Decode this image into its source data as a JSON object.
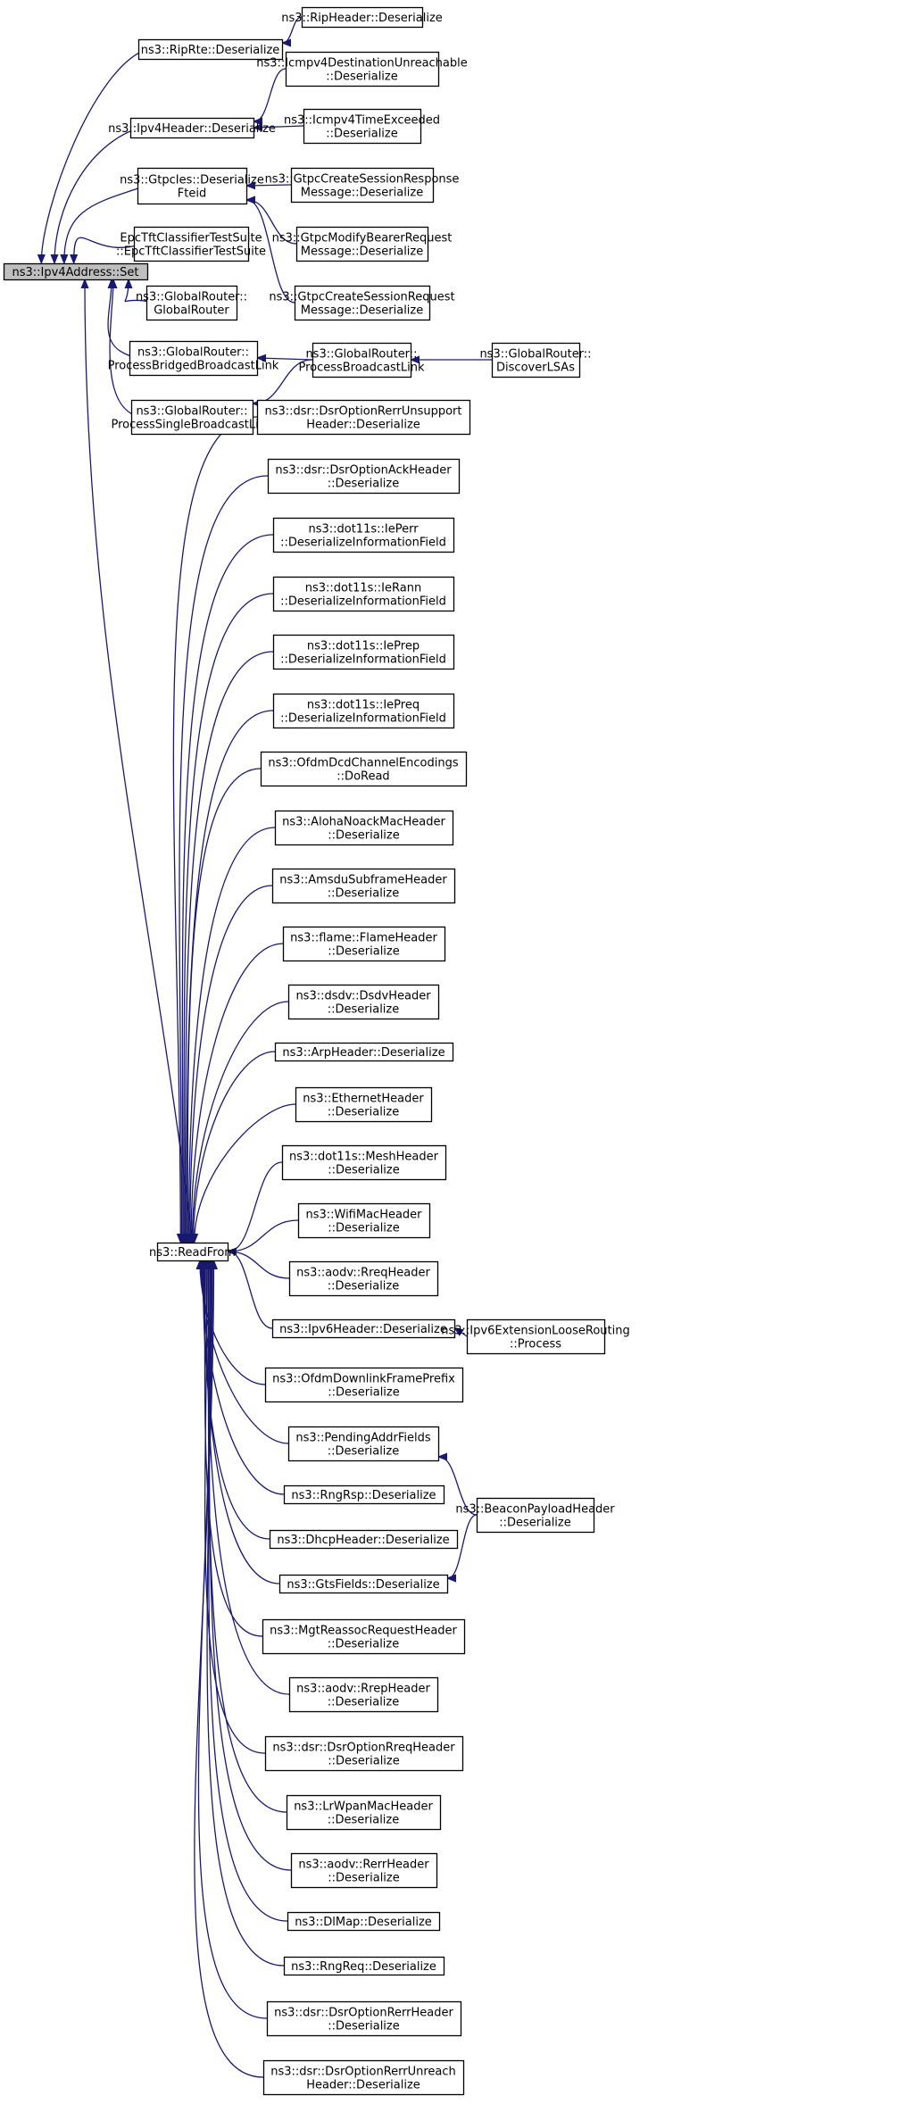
{
  "graph": {
    "nodes": [
      {
        "id": "root",
        "lines": [
          "ns3::Ipv4Address::Set"
        ],
        "root": true
      },
      {
        "id": "riprte",
        "lines": [
          "ns3::RipRte::Deserialize"
        ]
      },
      {
        "id": "ripheader",
        "lines": [
          "ns3::RipHeader::Deserialize"
        ]
      },
      {
        "id": "ipv4header",
        "lines": [
          "ns3::Ipv4Header::Deserialize"
        ]
      },
      {
        "id": "icmpdest",
        "lines": [
          "ns3::Icmpv4DestinationUnreachable",
          "::Deserialize"
        ]
      },
      {
        "id": "icmptime",
        "lines": [
          "ns3::Icmpv4TimeExceeded",
          "::Deserialize"
        ]
      },
      {
        "id": "gtpcies",
        "lines": [
          "ns3::GtpcIes::Deserialize",
          "Fteid"
        ]
      },
      {
        "id": "gtpccreateresp",
        "lines": [
          "ns3::GtpcCreateSessionResponse",
          "Message::Deserialize"
        ]
      },
      {
        "id": "gtpcmodify",
        "lines": [
          "ns3::GtpcModifyBearerRequest",
          "Message::Deserialize"
        ]
      },
      {
        "id": "gtpccreatereq",
        "lines": [
          "ns3::GtpcCreateSessionRequest",
          "Message::Deserialize"
        ]
      },
      {
        "id": "epctft",
        "lines": [
          "EpcTftClassifierTestSuite",
          "::EpcTftClassifierTestSuite"
        ]
      },
      {
        "id": "globalrouter",
        "lines": [
          "ns3::GlobalRouter::",
          "GlobalRouter"
        ]
      },
      {
        "id": "bridged",
        "lines": [
          "ns3::GlobalRouter::",
          "ProcessBridgedBroadcastLink"
        ]
      },
      {
        "id": "broadcast",
        "lines": [
          "ns3::GlobalRouter::",
          "ProcessBroadcastLink"
        ]
      },
      {
        "id": "discover",
        "lines": [
          "ns3::GlobalRouter::",
          "DiscoverLSAs"
        ]
      },
      {
        "id": "single",
        "lines": [
          "ns3::GlobalRouter::",
          "ProcessSingleBroadcastLink"
        ]
      },
      {
        "id": "readfrom",
        "lines": [
          "ns3::ReadFrom"
        ]
      },
      {
        "id": "d01",
        "lines": [
          "ns3::dsr::DsrOptionRerrUnsupport",
          "Header::Deserialize"
        ]
      },
      {
        "id": "d02",
        "lines": [
          "ns3::dsr::DsrOptionAckHeader",
          "::Deserialize"
        ]
      },
      {
        "id": "d03",
        "lines": [
          "ns3::dot11s::IePerr",
          "::DeserializeInformationField"
        ]
      },
      {
        "id": "d04",
        "lines": [
          "ns3::dot11s::IeRann",
          "::DeserializeInformationField"
        ]
      },
      {
        "id": "d05",
        "lines": [
          "ns3::dot11s::IePrep",
          "::DeserializeInformationField"
        ]
      },
      {
        "id": "d06",
        "lines": [
          "ns3::dot11s::IePreq",
          "::DeserializeInformationField"
        ]
      },
      {
        "id": "d07",
        "lines": [
          "ns3::OfdmDcdChannelEncodings",
          "::DoRead"
        ]
      },
      {
        "id": "d08",
        "lines": [
          "ns3::AlohaNoackMacHeader",
          "::Deserialize"
        ]
      },
      {
        "id": "d09",
        "lines": [
          "ns3::AmsduSubframeHeader",
          "::Deserialize"
        ]
      },
      {
        "id": "d10",
        "lines": [
          "ns3::flame::FlameHeader",
          "::Deserialize"
        ]
      },
      {
        "id": "d11",
        "lines": [
          "ns3::dsdv::DsdvHeader",
          "::Deserialize"
        ]
      },
      {
        "id": "d12",
        "lines": [
          "ns3::ArpHeader::Deserialize"
        ]
      },
      {
        "id": "d13",
        "lines": [
          "ns3::EthernetHeader",
          "::Deserialize"
        ]
      },
      {
        "id": "d14",
        "lines": [
          "ns3::dot11s::MeshHeader",
          "::Deserialize"
        ]
      },
      {
        "id": "d15",
        "lines": [
          "ns3::WifiMacHeader",
          "::Deserialize"
        ]
      },
      {
        "id": "d16",
        "lines": [
          "ns3::aodv::RreqHeader",
          "::Deserialize"
        ]
      },
      {
        "id": "d17",
        "lines": [
          "ns3::Ipv6Header::Deserialize"
        ]
      },
      {
        "id": "ipv6ext",
        "lines": [
          "ns3::Ipv6ExtensionLooseRouting",
          "::Process"
        ]
      },
      {
        "id": "d18",
        "lines": [
          "ns3::OfdmDownlinkFramePrefix",
          "::Deserialize"
        ]
      },
      {
        "id": "d19",
        "lines": [
          "ns3::PendingAddrFields",
          "::Deserialize"
        ]
      },
      {
        "id": "beacon",
        "lines": [
          "ns3::BeaconPayloadHeader",
          "::Deserialize"
        ]
      },
      {
        "id": "d20",
        "lines": [
          "ns3::RngRsp::Deserialize"
        ]
      },
      {
        "id": "d21",
        "lines": [
          "ns3::DhcpHeader::Deserialize"
        ]
      },
      {
        "id": "d22",
        "lines": [
          "ns3::GtsFields::Deserialize"
        ]
      },
      {
        "id": "d23",
        "lines": [
          "ns3::MgtReassocRequestHeader",
          "::Deserialize"
        ]
      },
      {
        "id": "d24",
        "lines": [
          "ns3::aodv::RrepHeader",
          "::Deserialize"
        ]
      },
      {
        "id": "d25",
        "lines": [
          "ns3::dsr::DsrOptionRreqHeader",
          "::Deserialize"
        ]
      },
      {
        "id": "d26",
        "lines": [
          "ns3::LrWpanMacHeader",
          "::Deserialize"
        ]
      },
      {
        "id": "d27",
        "lines": [
          "ns3::aodv::RerrHeader",
          "::Deserialize"
        ]
      },
      {
        "id": "d28",
        "lines": [
          "ns3::DlMap::Deserialize"
        ]
      },
      {
        "id": "d29",
        "lines": [
          "ns3::RngReq::Deserialize"
        ]
      },
      {
        "id": "d30",
        "lines": [
          "ns3::dsr::DsrOptionRerrHeader",
          "::Deserialize"
        ]
      },
      {
        "id": "d31",
        "lines": [
          "ns3::dsr::DsrOptionRerrUnreach",
          "Header::Deserialize"
        ]
      }
    ],
    "edges": [
      [
        "riprte",
        "root"
      ],
      [
        "ipv4header",
        "root"
      ],
      [
        "gtpcies",
        "root"
      ],
      [
        "epctft",
        "root"
      ],
      [
        "globalrouter",
        "root"
      ],
      [
        "bridged",
        "root"
      ],
      [
        "single",
        "root"
      ],
      [
        "readfrom",
        "root"
      ],
      [
        "ripheader",
        "riprte"
      ],
      [
        "icmpdest",
        "ipv4header"
      ],
      [
        "icmptime",
        "ipv4header"
      ],
      [
        "gtpccreateresp",
        "gtpcies"
      ],
      [
        "gtpcmodify",
        "gtpcies"
      ],
      [
        "gtpccreatereq",
        "gtpcies"
      ],
      [
        "broadcast",
        "bridged"
      ],
      [
        "broadcast",
        "single"
      ],
      [
        "discover",
        "broadcast"
      ],
      [
        "d01",
        "readfrom"
      ],
      [
        "d02",
        "readfrom"
      ],
      [
        "d03",
        "readfrom"
      ],
      [
        "d04",
        "readfrom"
      ],
      [
        "d05",
        "readfrom"
      ],
      [
        "d06",
        "readfrom"
      ],
      [
        "d07",
        "readfrom"
      ],
      [
        "d08",
        "readfrom"
      ],
      [
        "d09",
        "readfrom"
      ],
      [
        "d10",
        "readfrom"
      ],
      [
        "d11",
        "readfrom"
      ],
      [
        "d12",
        "readfrom"
      ],
      [
        "d13",
        "readfrom"
      ],
      [
        "d14",
        "readfrom"
      ],
      [
        "d15",
        "readfrom"
      ],
      [
        "d16",
        "readfrom"
      ],
      [
        "d17",
        "readfrom"
      ],
      [
        "d18",
        "readfrom"
      ],
      [
        "d19",
        "readfrom"
      ],
      [
        "d20",
        "readfrom"
      ],
      [
        "d21",
        "readfrom"
      ],
      [
        "d22",
        "readfrom"
      ],
      [
        "d23",
        "readfrom"
      ],
      [
        "d24",
        "readfrom"
      ],
      [
        "d25",
        "readfrom"
      ],
      [
        "d26",
        "readfrom"
      ],
      [
        "d27",
        "readfrom"
      ],
      [
        "d28",
        "readfrom"
      ],
      [
        "d29",
        "readfrom"
      ],
      [
        "d30",
        "readfrom"
      ],
      [
        "d31",
        "readfrom"
      ],
      [
        "ipv6ext",
        "d17"
      ],
      [
        "beacon",
        "d19"
      ],
      [
        "beacon",
        "d22"
      ]
    ]
  }
}
